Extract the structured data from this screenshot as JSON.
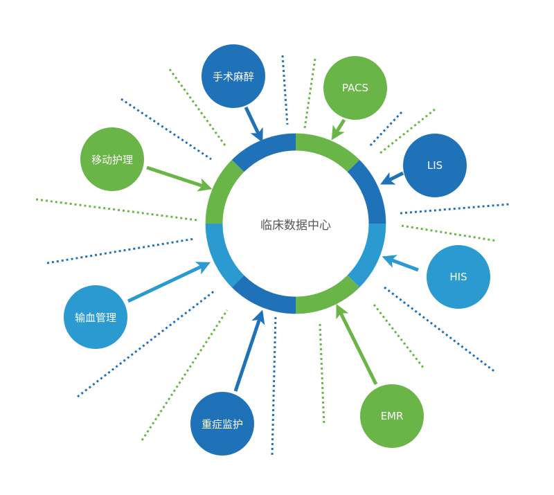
{
  "center": {
    "label": "临床数据中心"
  },
  "colors": {
    "green": "#6ab547",
    "blue": "#1f72b8",
    "light_blue": "#2a9ad0"
  },
  "ring_segments": [
    "green",
    "blue",
    "light_blue",
    "green",
    "blue",
    "light_blue",
    "green",
    "blue"
  ],
  "nodes": [
    {
      "label": "手术麻醉",
      "color": "blue"
    },
    {
      "label": "PACS",
      "color": "green"
    },
    {
      "label": "LIS",
      "color": "blue"
    },
    {
      "label": "HIS",
      "color": "light_blue"
    },
    {
      "label": "EMR",
      "color": "green"
    },
    {
      "label": "重症监护",
      "color": "blue"
    },
    {
      "label": "输血管理",
      "color": "light_blue"
    },
    {
      "label": "移动护理",
      "color": "green"
    }
  ]
}
